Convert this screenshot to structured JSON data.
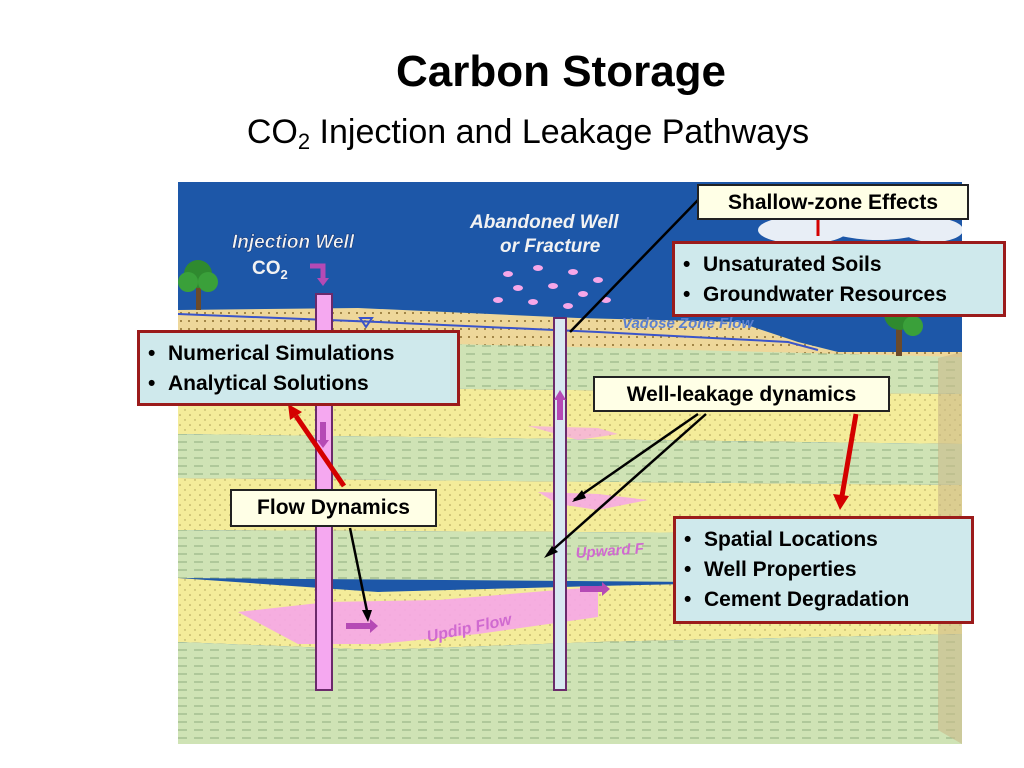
{
  "title": "Carbon Storage",
  "subtitle": {
    "main": "CO",
    "subscript": "2",
    "rest": " Injection and Leakage Pathways"
  },
  "diagram": {
    "labels": {
      "injection_well": "Injection Well",
      "co2_main": "CO",
      "co2_sub": "2",
      "abandoned_line1": "Abandoned Well",
      "abandoned_line2": "or Fracture",
      "vadose_zone_flow": "Vadose Zone Flow",
      "upward_flow": "Upward F",
      "updip_flow": "Updip Flow"
    },
    "colors": {
      "background": "#1d57a8",
      "sky_blue": "#1d57a8",
      "sand_layer": "#f4ec9a",
      "shale_layer": "#cfe3b5",
      "plume": "#f6a7e8",
      "well_pipe": "#f5a8f0",
      "callout_fill": "#cfe9ec",
      "callout_border": "#9b1b1b",
      "arrow_red": "#d40000"
    }
  },
  "callouts": {
    "shallow_zone": "Shallow-zone Effects",
    "unsat": [
      "Unsaturated Soils",
      "Groundwater Resources"
    ],
    "numerical": [
      "Numerical Simulations",
      "Analytical Solutions"
    ],
    "well_leakage": "Well-leakage dynamics",
    "flow_dynamics": "Flow Dynamics",
    "spatial": [
      "Spatial Locations",
      "Well Properties",
      "Cement Degradation"
    ]
  }
}
